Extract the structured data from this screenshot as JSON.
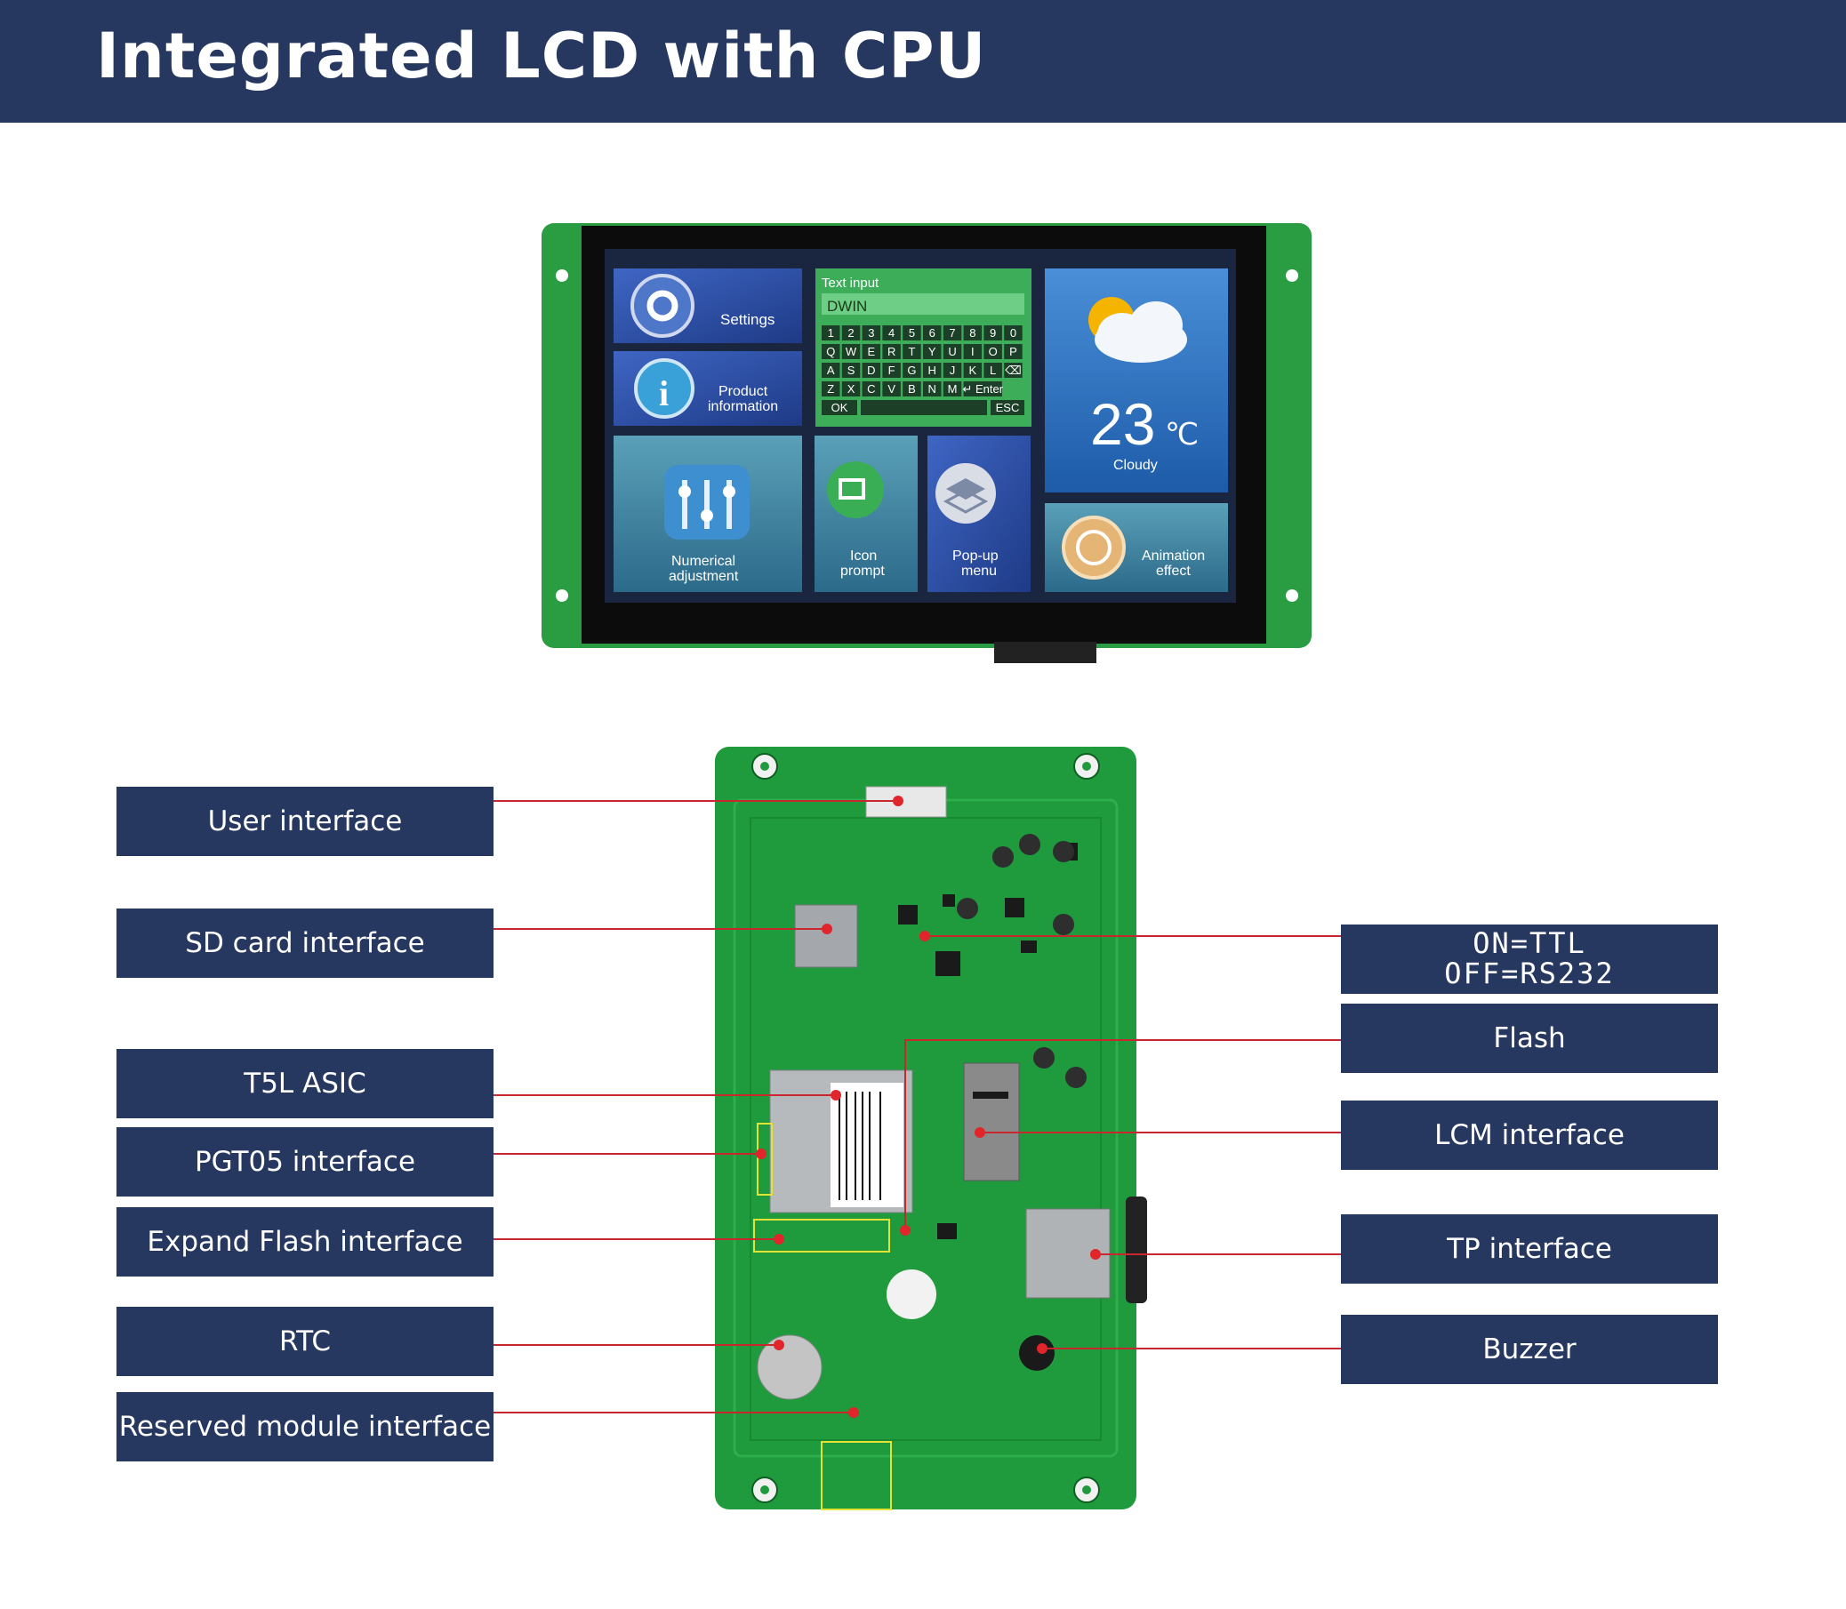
{
  "header": {
    "title": "Integrated LCD with CPU"
  },
  "screen": {
    "tiles": {
      "settings": "Settings",
      "product_line1": "Product",
      "product_line2": "information",
      "text_input_title": "Text input",
      "text_input_value": "DWIN",
      "weather_temp": "23",
      "weather_unit": "℃",
      "weather_cond": "Cloudy",
      "numerical_line1": "Numerical",
      "numerical_line2": "adjustment",
      "icon_line1": "Icon",
      "icon_line2": "prompt",
      "popup_line1": "Pop-up",
      "popup_line2": "menu",
      "anim_line1": "Animation",
      "anim_line2": "effect"
    },
    "keyboard": {
      "row1": [
        "1",
        "2",
        "3",
        "4",
        "5",
        "6",
        "7",
        "8",
        "9",
        "0"
      ],
      "row2": [
        "Q",
        "W",
        "E",
        "R",
        "T",
        "Y",
        "U",
        "I",
        "O",
        "P"
      ],
      "row3": [
        "A",
        "S",
        "D",
        "F",
        "G",
        "H",
        "J",
        "K",
        "L",
        "⌫"
      ],
      "row4": [
        "Z",
        "X",
        "C",
        "V",
        "B",
        "N",
        "M",
        "↵ Enter"
      ],
      "ok": "OK",
      "esc": "ESC"
    }
  },
  "labels_left": [
    "User interface",
    "SD card interface",
    "T5L ASIC",
    "PGT05 interface",
    "Expand Flash interface",
    "RTC",
    "Reserved module interface"
  ],
  "labels_right": {
    "mode_line1": "ON=TTL",
    "mode_line2": "OFF=RS232",
    "flash": "Flash",
    "lcm": "LCM interface",
    "tp": "TP interface",
    "buzzer": "Buzzer"
  },
  "colors": {
    "header": "#263860",
    "label_bg": "#263860",
    "pcb_green": "#1f9a3c",
    "leader_line": "#c8282d"
  }
}
